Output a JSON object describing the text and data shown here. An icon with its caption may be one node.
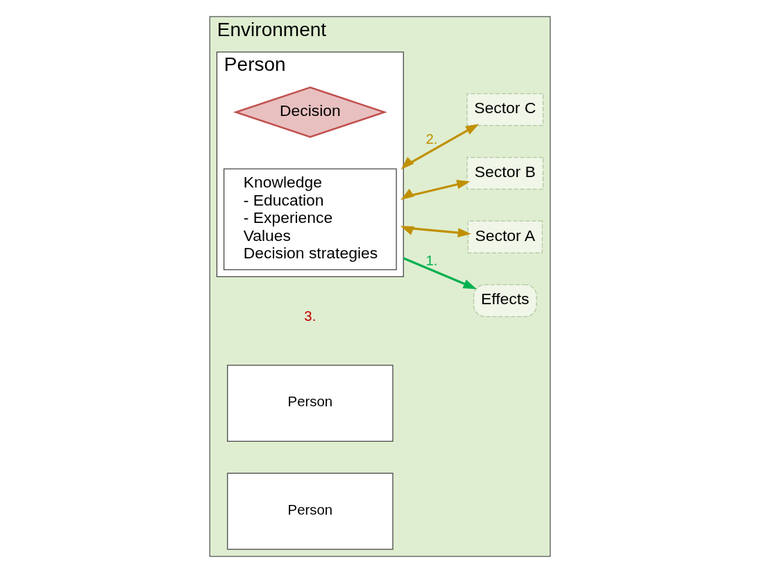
{
  "diagram": {
    "nodes": [
      {
        "text": [
          "Environment"
        ]
      },
      {
        "text": [
          "Person"
        ],
        "in": 0
      },
      {
        "text": [
          "Person"
        ],
        "in": 0
      },
      {
        "text": [
          "Person"
        ],
        "in": 0
      },
      {
        "text": [
          "Decision"
        ],
        "in": 3
      },
      {
        "text": [
          "Knowledge",
          "- Education",
          "- Experience",
          "Values",
          "Decision strategies"
        ],
        "in": 3
      },
      {
        "text": [
          "Effects"
        ],
        "in": 0
      },
      {
        "text": [
          "Sector A"
        ],
        "in": 0
      },
      {
        "text": [
          "Sector B"
        ],
        "in": 0
      },
      {
        "text": [
          "Sector C"
        ],
        "in": 0
      }
    ],
    "edges": [
      {
        "from": 3,
        "to": 6,
        "arrow": "to",
        "label": "1.",
        "color": "#00b050"
      },
      {
        "from": 3,
        "to": 7,
        "arrow": "both"
      },
      {
        "from": 3,
        "to": 8,
        "arrow": "both"
      },
      {
        "from": 3,
        "to": 9,
        "arrow": "both",
        "label": "2."
      }
    ],
    "labels": [
      "3."
    ]
  }
}
